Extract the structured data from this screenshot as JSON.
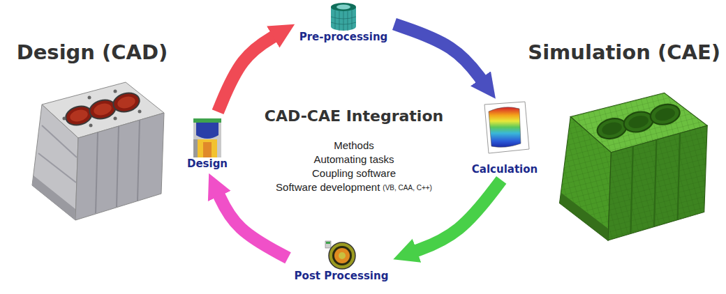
{
  "diagram": {
    "title": "CAD-CAE Integration",
    "nodes": [
      {
        "text": [
          "Pre-processing"
        ]
      },
      {
        "text": [
          "Design"
        ]
      },
      {
        "text": [
          "Calculation"
        ]
      },
      {
        "text": [
          "Post Processing"
        ]
      }
    ],
    "edges": [
      {
        "from": 1,
        "to": 0,
        "arrow": "to"
      },
      {
        "from": 0,
        "to": 2,
        "arrow": "to"
      },
      {
        "from": 2,
        "to": 3,
        "arrow": "to"
      },
      {
        "from": 3,
        "to": 1,
        "arrow": "to"
      }
    ],
    "labels": [
      "Design (CAD)",
      "Simulation (CAE)",
      "Methods",
      "Automating tasks",
      "Coupling software",
      "Software development",
      "(VB, CAA, C++)"
    ]
  }
}
